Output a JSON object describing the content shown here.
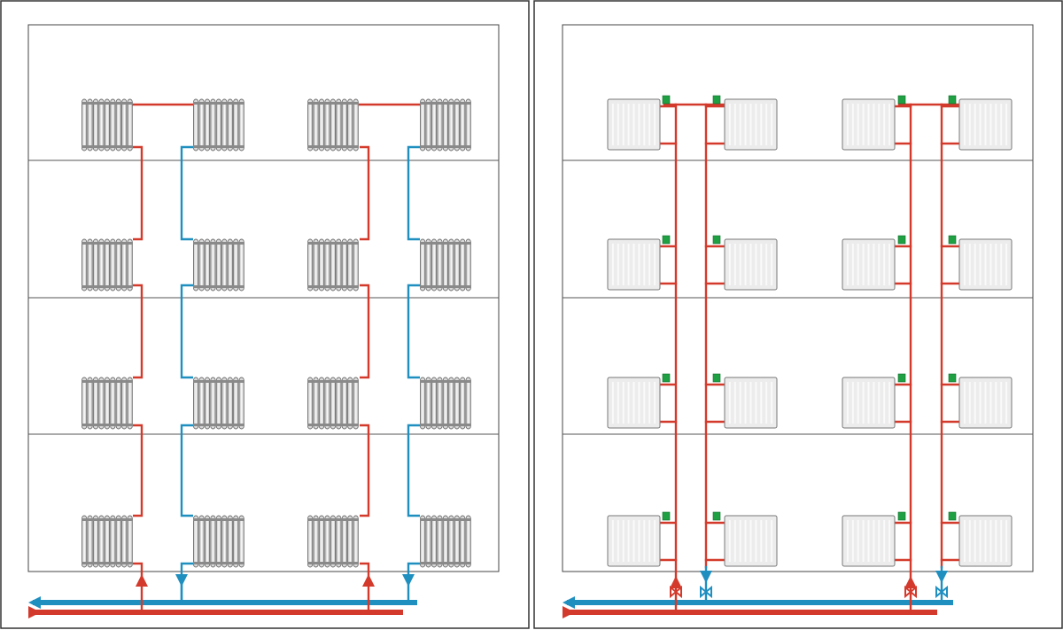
{
  "diagrams": [
    {
      "id": "single-pipe-system",
      "radiator_style": "sectional"
    },
    {
      "id": "two-pipe-system",
      "radiator_style": "panel"
    }
  ],
  "floors": 4,
  "radiators_per_floor": 4,
  "colors": {
    "supply": "#d43a2c",
    "return": "#1f8fc0",
    "valve": "#1fa043",
    "frame": "#333333",
    "floor_line": "#555555",
    "radiator_fill": "#d9d9d9",
    "radiator_stroke": "#6d6d6d",
    "panel_fill": "#ececec"
  }
}
